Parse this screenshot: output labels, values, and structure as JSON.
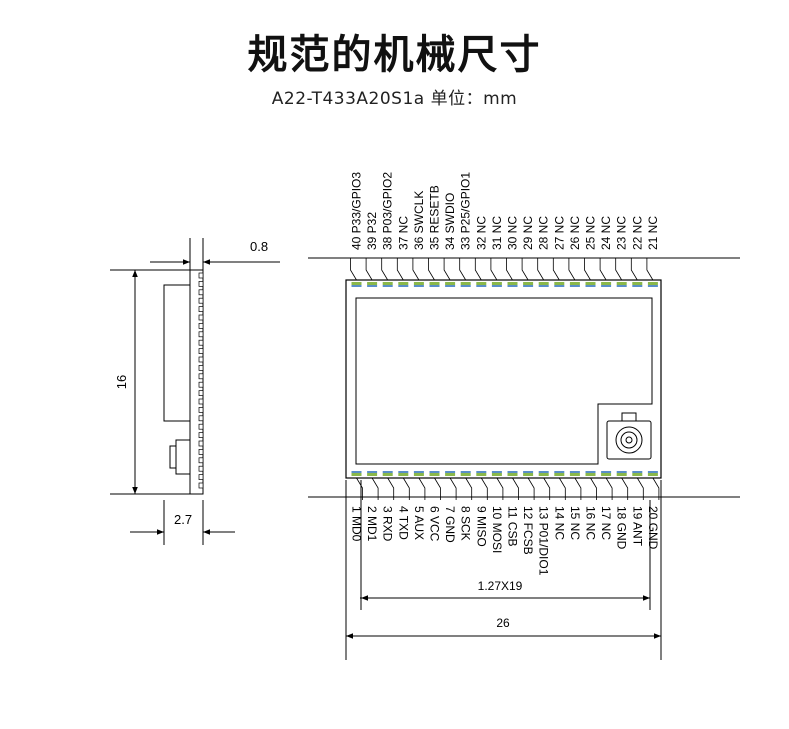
{
  "header": {
    "title": "规范的机械尺寸",
    "subtitle": "A22-T433A20S1a 单位：mm"
  },
  "dimensions": {
    "thickness_pcb": "0.8",
    "height": "16",
    "thickness_total": "2.7",
    "pitch": "1.27X19",
    "width": "26"
  },
  "pins_top": [
    "40 P33/GPIO3",
    "39 P32",
    "38 P03/GPIO2",
    "37 NC",
    "36 SWCLK",
    "35 RESETB",
    "34 SWDIO",
    "33 P25/GPIO1",
    "32 NC",
    "31 NC",
    "30 NC",
    "29 NC",
    "28 NC",
    "27 NC",
    "26 NC",
    "25 NC",
    "24 NC",
    "23 NC",
    "22 NC",
    "21 NC"
  ],
  "pins_bottom": [
    "1  MD0",
    "2  MD1",
    "3  RXD",
    "4  TXD",
    "5  AUX",
    "6  VCC",
    "7  GND",
    "8  SCK",
    "9  MISO",
    "10 MOSI",
    "11 CSB",
    "12 FCSB",
    "13 P01/DIO1",
    "14 NC",
    "15 NC",
    "16 NC",
    "17 NC",
    "18 GND",
    "19 ANT",
    "20 GND"
  ],
  "colors": {
    "line": "#000000",
    "pad_stripe": "#8ab84a",
    "pad_stripe_alt": "#5a8fc8"
  }
}
